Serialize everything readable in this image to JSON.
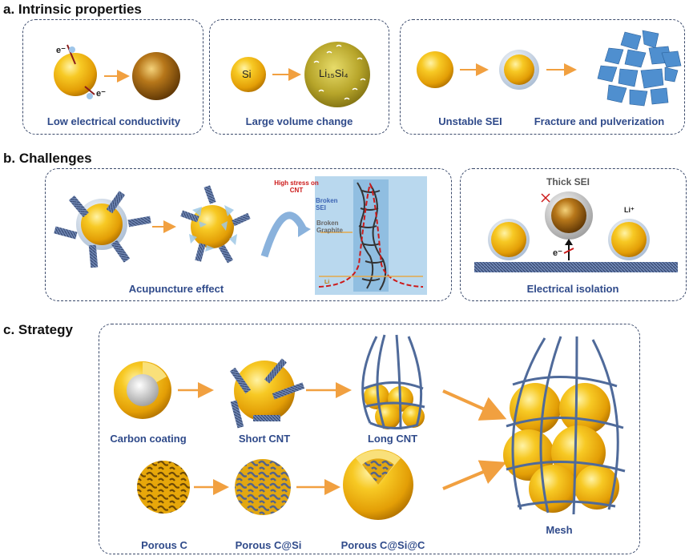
{
  "sections": {
    "a": {
      "title": "a. Intrinsic properties",
      "captions": [
        "Low electrical conductivity",
        "Large volume change",
        "Unstable SEI",
        "Fracture and pulverization"
      ],
      "labels": {
        "electron_top": "e⁻",
        "electron_bottom": "e⁻",
        "si": "Si",
        "li_si": "Li₁₅Si₄"
      }
    },
    "b": {
      "title": "b. Challenges",
      "captions": [
        "Acupuncture effect",
        "Electrical isolation"
      ],
      "labels": {
        "high_stress": "High stress on CNT",
        "broken_sei": "Broken SEI",
        "broken_graphite": "Broken Graphite",
        "thick_sei": "Thick SEI",
        "li_plus": "Li⁺",
        "electron": "e⁻",
        "li_mark": "Li"
      }
    },
    "c": {
      "title": "c. Strategy",
      "captions": [
        "Carbon coating",
        "Short CNT",
        "Long CNT",
        "Porous C",
        "Porous C@Si",
        "Porous C@Si@C",
        "Mesh"
      ]
    }
  },
  "colors": {
    "gold": "#f2b90f",
    "gold_dark": "#c98a00",
    "caption_blue": "#2f4a8a",
    "cnt_blue": "#4f6a9a",
    "arrow_orange": "#f1a040",
    "sei_shell": "#b9c9dc",
    "fragment_blue": "#4f8fcf",
    "stress_red": "#cc1a1a"
  }
}
